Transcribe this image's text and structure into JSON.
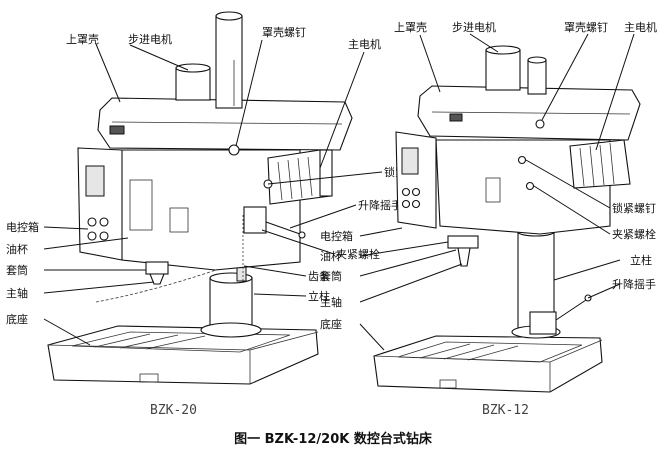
{
  "left_machine": {
    "model": "BZK-20",
    "labels": {
      "upper_cover": "上罩壳",
      "stepper_motor": "步进电机",
      "cover_screw": "罩壳螺钉",
      "main_motor": "主电机",
      "lock_screw": "锁紧螺钉",
      "lift_handle": "升降摇手",
      "control_box": "电控箱",
      "oil_cup": "油杯",
      "sleeve": "套筒",
      "spindle": "主轴",
      "base": "底座",
      "clamp_bolt": "夹紧螺栓",
      "rack": "齿条",
      "column": "立柱"
    }
  },
  "right_machine": {
    "model": "BZK-12",
    "labels": {
      "upper_cover": "上罩壳",
      "stepper_motor": "步进电机",
      "cover_screw": "罩壳螺钉",
      "main_motor": "主电机",
      "lock_screw": "锁紧螺钉",
      "clamp_bolt": "夹紧螺栓",
      "column": "立柱",
      "lift_handle": "升降摇手",
      "control_box": "电控箱",
      "oil_cup": "油杯",
      "sleeve": "套筒",
      "spindle": "主轴",
      "base": "底座"
    }
  },
  "caption": "图一 BZK-12/20K 数控台式钻床"
}
